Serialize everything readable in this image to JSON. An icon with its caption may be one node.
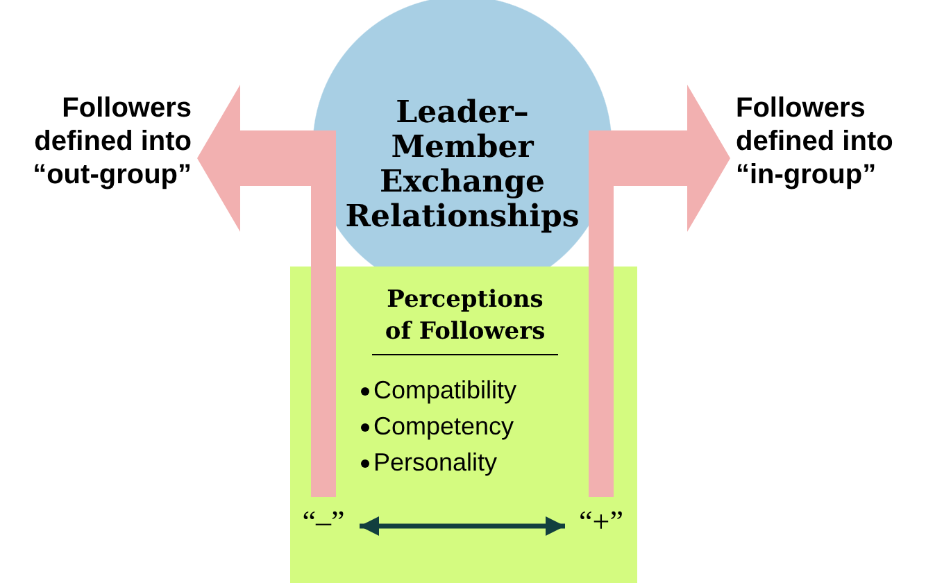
{
  "diagram": {
    "nodes": [
      {
        "text": [
          "Leader–Member Exchange Relationships"
        ]
      },
      {
        "text": [
          "Perceptions of Followers",
          "Compatibility",
          "Competency",
          "Personality"
        ]
      },
      {
        "text": [
          "Followers defined into “out-group”"
        ]
      },
      {
        "text": [
          "Followers defined into “in-group”"
        ]
      },
      {
        "text": [
          "“–”"
        ],
        "in": 1
      },
      {
        "text": [
          "“+”"
        ],
        "in": 1
      }
    ],
    "edges": [
      {
        "from": 4,
        "to": 2,
        "arrow": "to",
        "style": "thick",
        "color": "#f2b0b0"
      },
      {
        "from": 5,
        "to": 3,
        "arrow": "to",
        "style": "thick",
        "color": "#f2b0b0"
      },
      {
        "from": 4,
        "to": 5,
        "arrow": "both",
        "color": "#123f3f"
      }
    ]
  }
}
